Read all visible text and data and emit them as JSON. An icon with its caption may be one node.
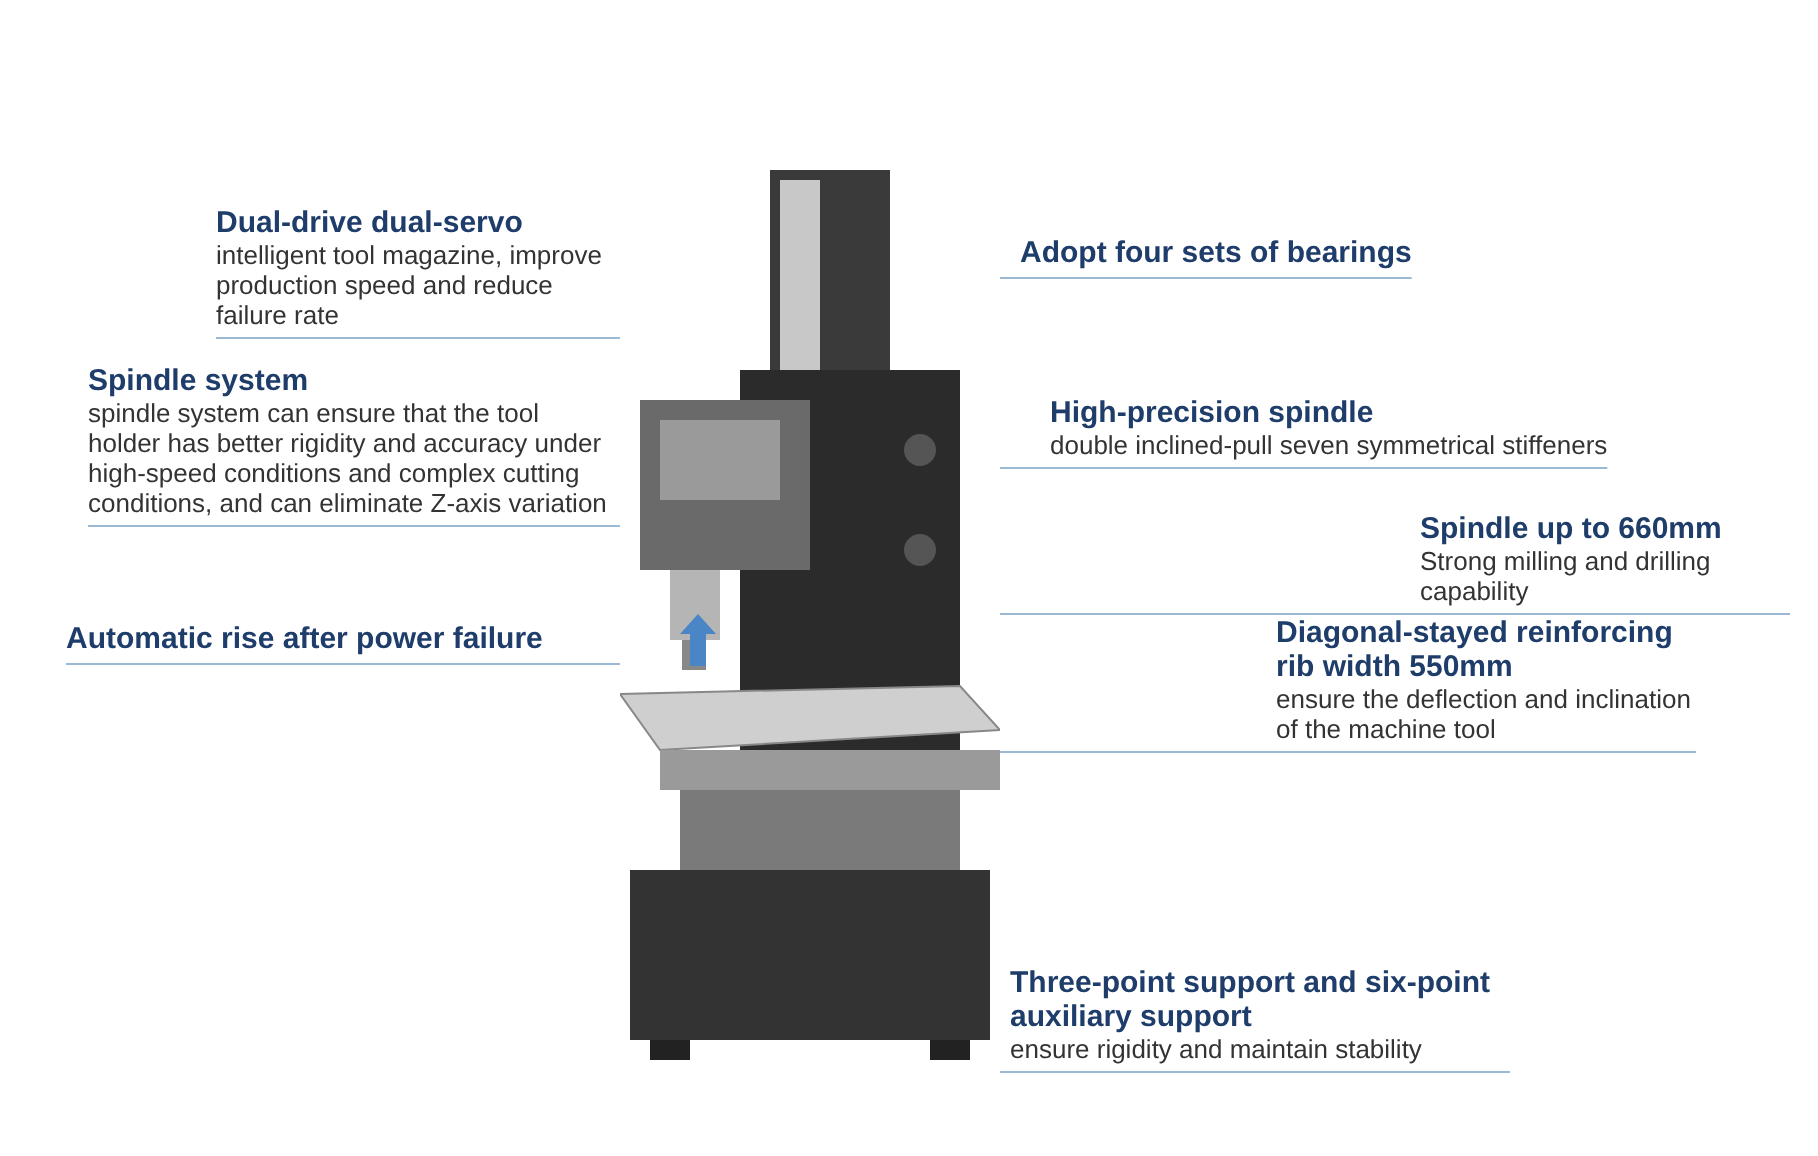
{
  "diagram": {
    "nodes": [
      {
        "text": [],
        "shape": "picture"
      },
      {
        "text": [
          "Dual-drive dual-servo",
          "intelligent tool magazine, improve production speed and reduce failure rate"
        ]
      },
      {
        "text": [
          "Spindle system",
          "spindle system can ensure that the tool holder has better rigidity and accuracy under high-speed conditions and complex cutting conditions, and can eliminate Z-axis variation"
        ]
      },
      {
        "text": [
          "Automatic rise after power failure"
        ]
      },
      {
        "text": [
          "Adopt four sets of bearings"
        ]
      },
      {
        "text": [
          "High-precision spindle",
          "double inclined-pull seven symmetrical stiffeners"
        ]
      },
      {
        "text": [
          "Spindle up to 660mm",
          "Strong milling and drilling capability"
        ]
      },
      {
        "text": [
          "Diagonal-stayed reinforcing rib width 550mm",
          "ensure the deflection and inclination of the machine tool"
        ]
      },
      {
        "text": [
          "Three-point support and six-point auxiliary support",
          "ensure rigidity and maintain stability"
        ]
      }
    ],
    "edges": [
      {
        "from": 1,
        "to": 0,
        "arrow": "none"
      },
      {
        "from": 2,
        "to": 0,
        "arrow": "none"
      },
      {
        "from": 3,
        "to": 0,
        "arrow": "none"
      },
      {
        "from": 4,
        "to": 0,
        "arrow": "none"
      },
      {
        "from": 5,
        "to": 0,
        "arrow": "none"
      },
      {
        "from": 6,
        "to": 0,
        "arrow": "none"
      },
      {
        "from": 7,
        "to": 0,
        "arrow": "none"
      },
      {
        "from": 8,
        "to": 0,
        "arrow": "none"
      }
    ]
  }
}
